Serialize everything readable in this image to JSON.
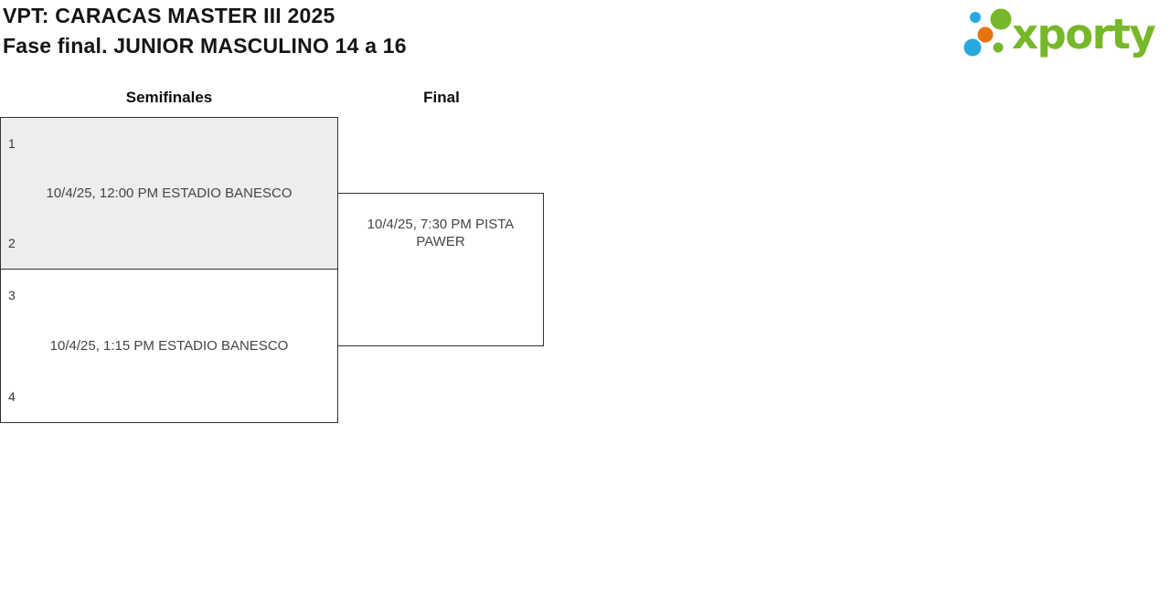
{
  "page": {
    "title": "VPT: CARACAS MASTER III 2025",
    "subtitle": "Fase final. JUNIOR MASCULINO 14 a 16"
  },
  "logo": {
    "brand": "xporty",
    "colors": {
      "green": "#76b82a",
      "blue": "#29a8e0",
      "orange": "#e8720c"
    }
  },
  "bracket": {
    "rounds": [
      {
        "label": "Semifinales",
        "matches": [
          {
            "seed_top": "1",
            "seed_bottom": "2",
            "schedule": "10/4/25, 12:00 PM ESTADIO BANESCO",
            "highlighted": true
          },
          {
            "seed_top": "3",
            "seed_bottom": "4",
            "schedule": "10/4/25, 1:15 PM ESTADIO BANESCO",
            "highlighted": false
          }
        ]
      },
      {
        "label": "Final",
        "matches": [
          {
            "schedule": "10/4/25, 7:30 PM PISTA PAWER",
            "highlighted": false
          }
        ]
      }
    ]
  },
  "colors": {
    "highlight_bg": "#ededed",
    "box_border": "#333333",
    "text_primary": "#151515",
    "text_secondary": "#454545"
  }
}
